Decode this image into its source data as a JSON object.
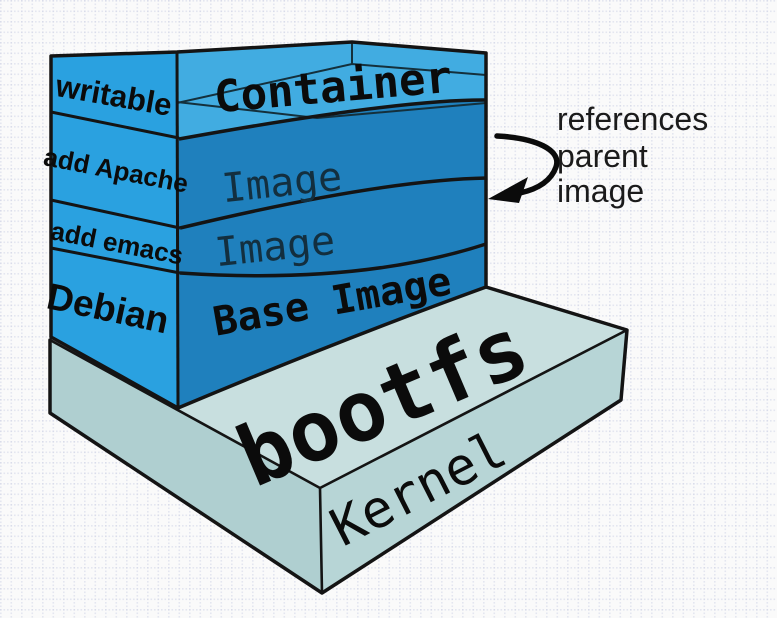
{
  "diagram": {
    "type": "docker-image-layers-illustration",
    "stack_layers": {
      "writable": "writable",
      "add_apache": "add Apache",
      "add_emacs": "add emacs",
      "debian": "Debian",
      "container": "Container",
      "image_upper": "Image",
      "image_lower": "Image",
      "base_image": "Base Image"
    },
    "base_platform": {
      "bootfs": "bootfs",
      "kernel": "Kernel"
    },
    "annotation": {
      "line1": "references",
      "line2": "parent",
      "line3": "image"
    },
    "colors": {
      "stack_side_face": "#2aa1e0",
      "container_front_face": "#41ace1",
      "image_front_face": "#1f80bd",
      "slab_top_face": "#c8dfdf",
      "slab_left_face": "#afcfd0",
      "slab_right_face": "#b7d5d6",
      "outline": "#141414",
      "background": "#fafafa",
      "grid_dot": "#d9dcea",
      "text": "#0b0b0b",
      "image_text": "#132f3f",
      "annotation_text": "#1b1b1b"
    }
  }
}
